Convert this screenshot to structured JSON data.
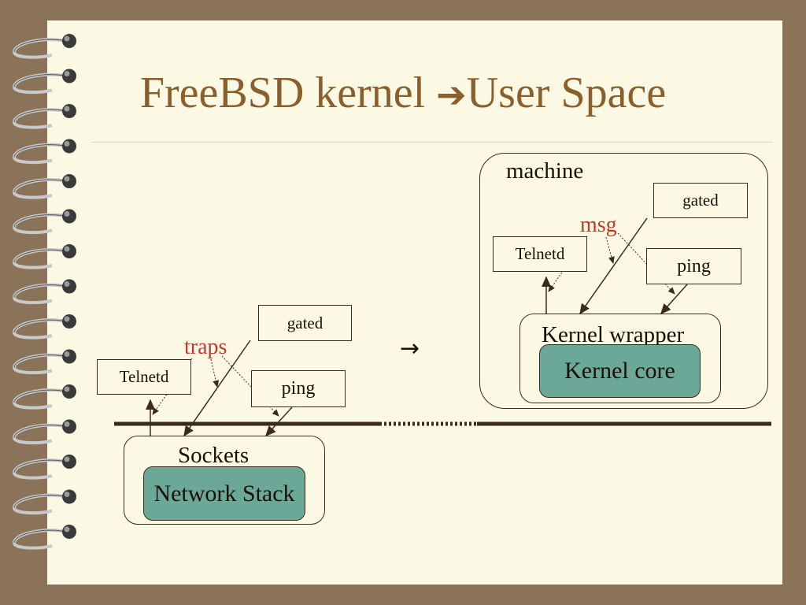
{
  "title": {
    "text": "FreeBSD kernel ",
    "arrow": "➔",
    "text2": "User Space"
  },
  "middle_arrow": "→",
  "left": {
    "gated": "gated",
    "telnetd": "Telnetd",
    "ping": "ping",
    "traps": "traps",
    "sockets": "Sockets",
    "network_stack": "Network Stack"
  },
  "right": {
    "machine": "machine",
    "gated": "gated",
    "msg": "msg",
    "telnetd": "Telnetd",
    "ping": "ping",
    "kernel_wrapper": "Kernel wrapper",
    "kernel_core": "Kernel core"
  },
  "colors": {
    "title": "#8b5e2b",
    "core_fill": "#6ca898",
    "label_red": "#c0392b",
    "line": "#3c2a1e"
  }
}
